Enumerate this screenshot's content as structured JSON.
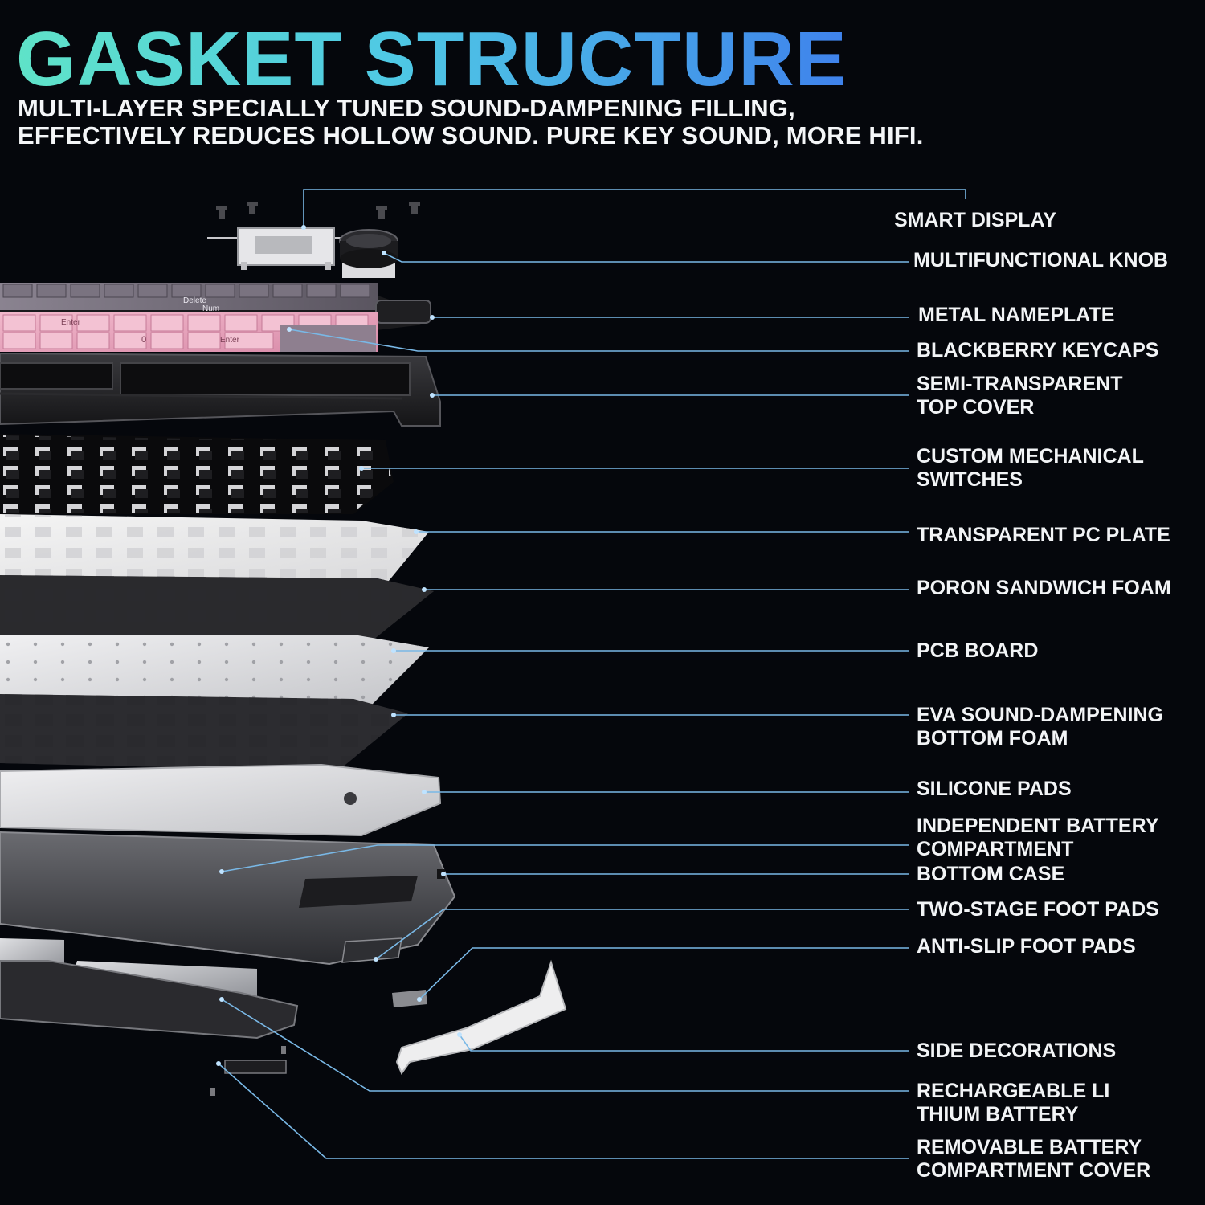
{
  "header": {
    "title": "GASKET STRUCTURE",
    "subtitle_line1": "MULTI-LAYER SPECIALLY TUNED SOUND-DAMPENING FILLING,",
    "subtitle_line2": "EFFECTIVELY REDUCES HOLLOW SOUND. PURE KEY SOUND, MORE HIFI."
  },
  "keycap_text": {
    "delete": "Delete",
    "num": "Num",
    "enter_top": "Enter",
    "enter_bottom": "Enter",
    "zero": "0"
  },
  "colors": {
    "title_gradient_start": "#5fe3c8",
    "title_gradient_end": "#3f82ec",
    "callout_line": "#79b8e6",
    "keycap_pink": "#eaa9c0",
    "keycap_grey": "#6b6470",
    "background": "#05070c"
  },
  "labels": {
    "smart_display": "SMART DISPLAY",
    "multifunctional_knob": "MULTIFUNCTIONAL KNOB",
    "metal_nameplate": "METAL NAMEPLATE",
    "blackberry_keycaps": "BLACKBERRY KEYCAPS",
    "semi_transparent_1": "SEMI-TRANSPARENT",
    "semi_transparent_2": "TOP COVER",
    "custom_switches_1": "CUSTOM MECHANICAL",
    "custom_switches_2": "SWITCHES",
    "transparent_pc_plate": "TRANSPARENT PC PLATE",
    "poron_foam": "PORON SANDWICH FOAM",
    "pcb_board": "PCB BOARD",
    "eva_foam_1": "EVA SOUND-DAMPENING",
    "eva_foam_2": "BOTTOM FOAM",
    "silicone_pads": "SILICONE PADS",
    "battery_compartment_1": "INDEPENDENT BATTERY",
    "battery_compartment_2": "COMPARTMENT",
    "bottom_case": "BOTTOM CASE",
    "two_stage_foot_pads": "TWO-STAGE FOOT PADS",
    "anti_slip_foot_pads": "ANTI-SLIP FOOT PADS",
    "side_decorations": "SIDE DECORATIONS",
    "battery_1": "RECHARGEABLE LI",
    "battery_2": "THIUM BATTERY",
    "battery_cover_1": "REMOVABLE BATTERY",
    "battery_cover_2": "COMPARTMENT COVER"
  }
}
